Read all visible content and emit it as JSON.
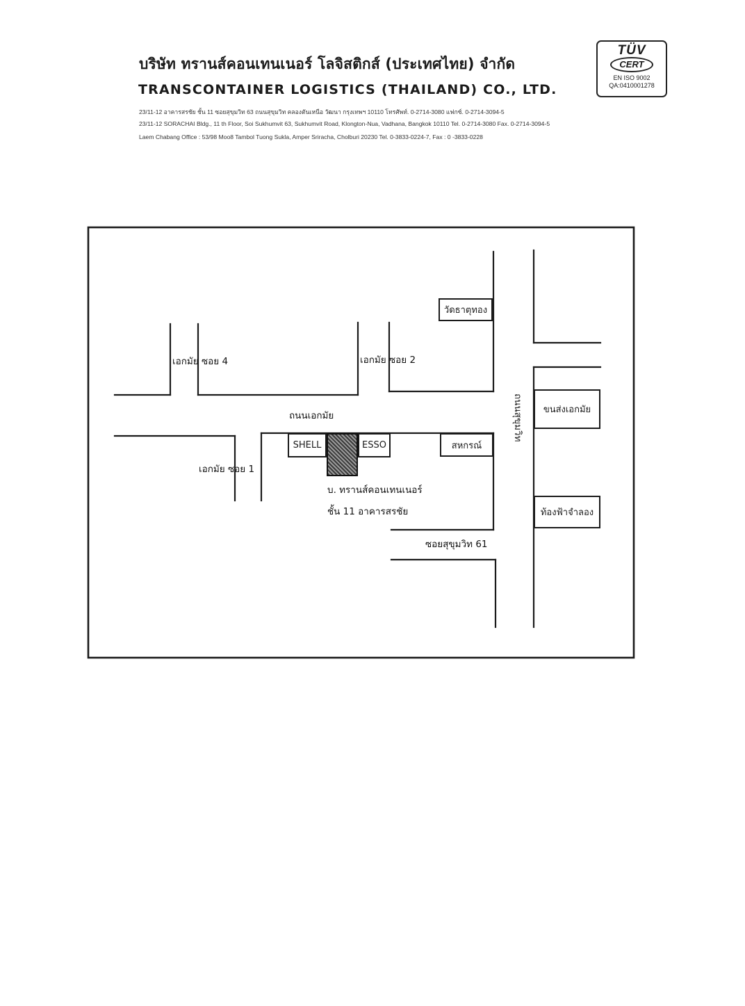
{
  "header": {
    "company_name_th": "บริษัท ทรานส์คอนเทนเนอร์ โลจิสติกส์ (ประเทศไทย) จำกัด",
    "company_name_en": "TRANSCONTAINER LOGISTICS (THAILAND) CO., LTD.",
    "address_th": "23/11-12 อาคารสรชัย ชั้น 11 ซอยสุขุมวิท 63 ถนนสุขุมวิท คลองตันเหนือ วัฒนา กรุงเทพฯ 10110 โทรศัพท์. 0-2714-3080 แฟกซ์. 0-2714-3094-5",
    "address_en": "23/11-12 SORACHAI Bldg., 11 th Floor, Soi Sukhumvit 63, Sukhumvit Road, Klongton-Nua, Vadhana, Bangkok 10110 Tel. 0-2714-3080 Fax. 0-2714-3094-5",
    "address_laem_chabang": "Laem Chabang Office : 53/98 Moo8 Tambol Tuong Sukla, Amper Sriracha, Cholburi 20230 Tel. 0-3833-0224-7, Fax : 0 -3833-0228"
  },
  "certification": {
    "mark": "TÜV",
    "cert": "CERT",
    "standard": "EN ISO 9002",
    "number": "QA:0410001278"
  },
  "map": {
    "roads": {
      "ekkamai_road": "ถนนเอกมัย",
      "sukhumvit_road": "ถนนสุขุมวิท",
      "ekkamai_soi_4": "เอกมัย ซอย 4",
      "ekkamai_soi_2": "เอกมัย ซอย 2",
      "ekkamai_soi_1": "เอกมัย ซอย 1",
      "sukhumvit_soi_61": "ซอยสุขุมวิท 61"
    },
    "landmarks": {
      "wat_that_thong": "วัดธาตุทอง",
      "ekkamai_bus_terminal": "ขนส่งเอกมัย",
      "shell": "SHELL",
      "esso": "ESSO",
      "sahakorn": "สหกรณ์",
      "planetarium": "ท้องฟ้าจำลอง"
    },
    "destination": {
      "line1": "บ. ทรานส์คอนเทนเนอร์",
      "line2": "ชั้น 11 อาคารสรชัย"
    }
  }
}
